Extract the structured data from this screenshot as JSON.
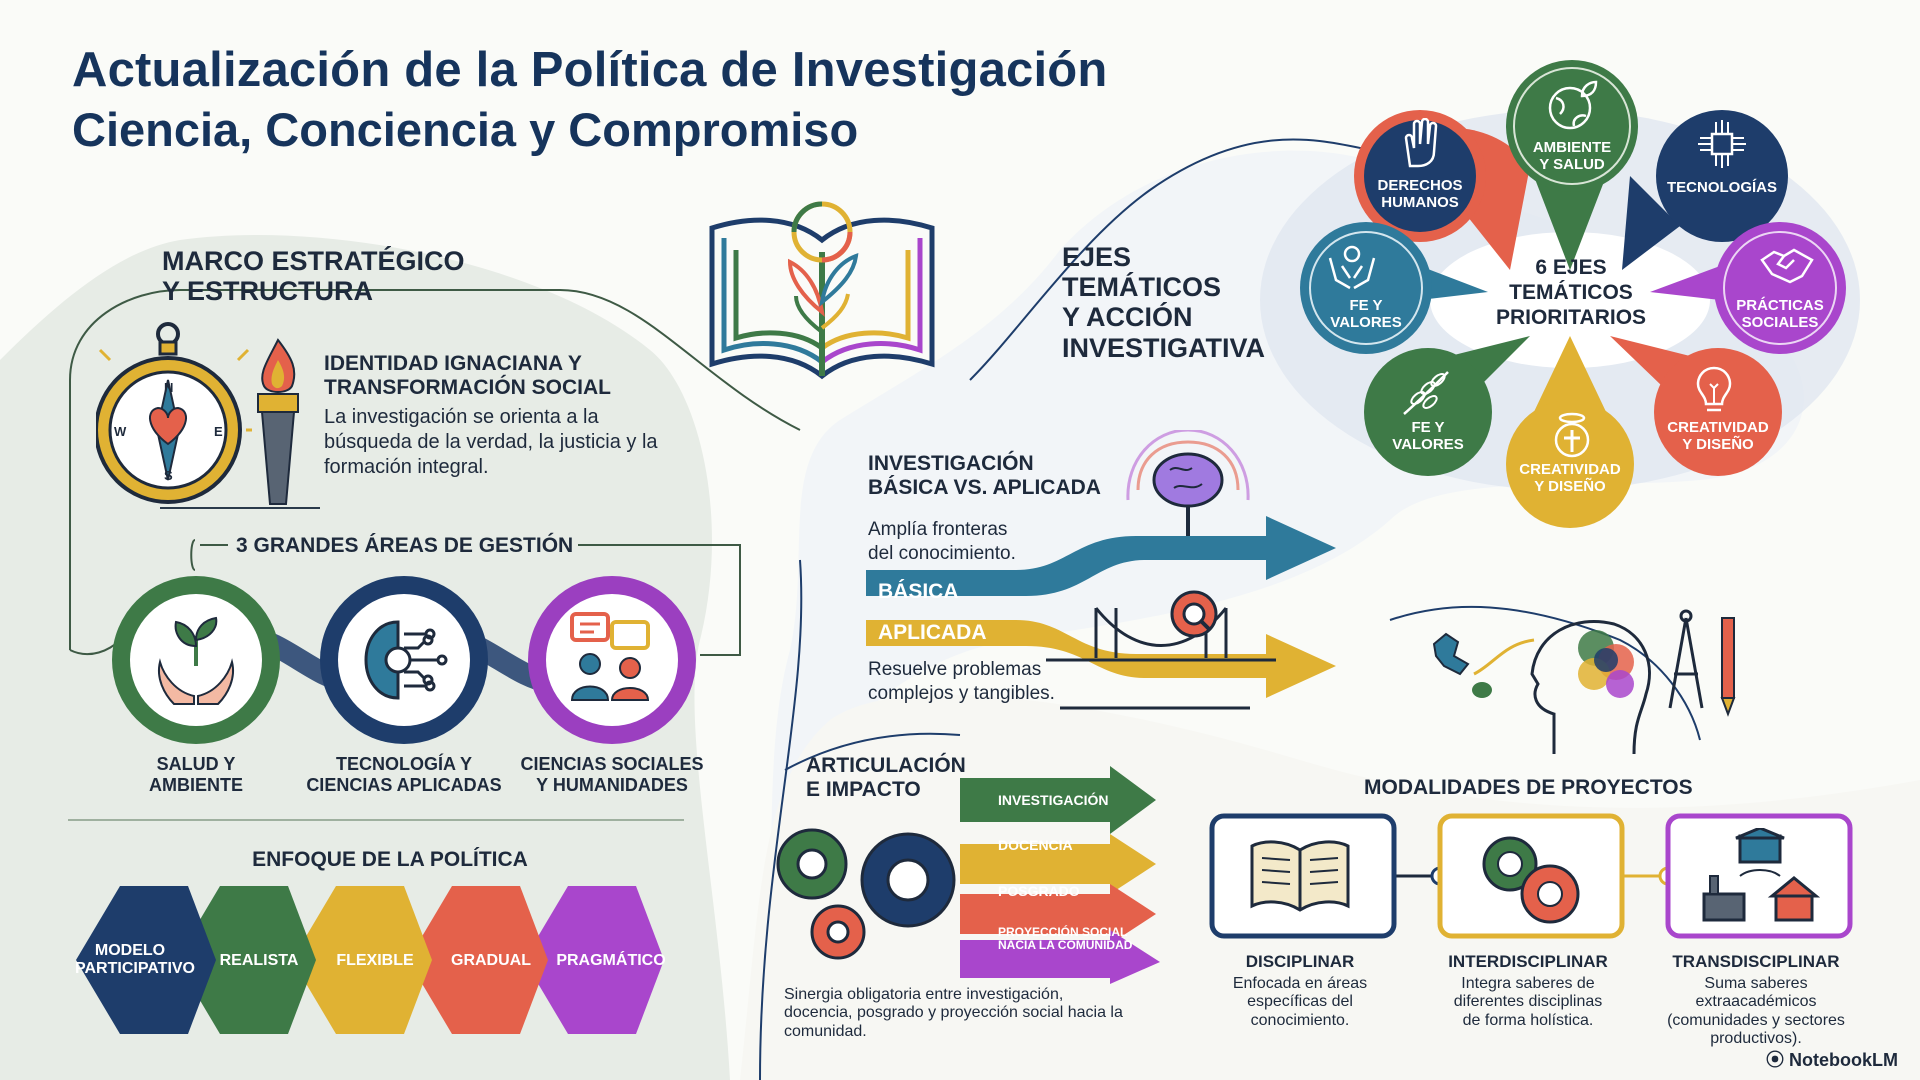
{
  "header": {
    "title": "Actualización de la Política de Investigación",
    "subtitle": "Ciencia, Conciencia y Compromiso"
  },
  "marco": {
    "title": "MARCO ESTRATÉGICO\nY ESTRUCTURA",
    "identity_title": "IDENTIDAD IGNACIANA Y\nTRANSFORMACIÓN SOCIAL",
    "identity_desc": "La investigación se orienta a la búsqueda de la verdad, la justicia y la formación integral.",
    "compass_letters": [
      "N",
      "E",
      "S",
      "W"
    ],
    "areas_title": "3 GRANDES ÁREAS DE GESTIÓN",
    "areas": [
      {
        "label": "SALUD Y\nAMBIENTE",
        "color": "#3e7a47"
      },
      {
        "label": "TECNOLOGÍA Y\nCIENCIAS APLICADAS",
        "color": "#1e3d6b"
      },
      {
        "label": "CIENCIAS SOCIALES\nY HUMANIDADES",
        "color": "#9b3fc0"
      }
    ]
  },
  "enfoque": {
    "title": "ENFOQUE DE LA POLÍTICA",
    "items": [
      {
        "label": "MODELO\nPARTICIPATIVO",
        "color": "#1e3d6b"
      },
      {
        "label": "REALISTA",
        "color": "#3e7a47"
      },
      {
        "label": "FLEXIBLE",
        "color": "#e0b233"
      },
      {
        "label": "GRADUAL",
        "color": "#e4614b"
      },
      {
        "label": "PRAGMÁTICO",
        "color": "#a946cc"
      }
    ]
  },
  "ejes": {
    "title": "EJES\nTEMÁTICOS\nY ACCIÓN\nINVESTIGATIVA",
    "center": "6 EJES\nTEMÁTICOS\nPRIORITARIOS",
    "bubbles": [
      {
        "label": "Derechos\nHumanos",
        "color": "#1e3d6b",
        "accent": "#e4614b"
      },
      {
        "label": "Ambiente\ny Salud",
        "color": "#3e7a47",
        "accent": "#3e7a47"
      },
      {
        "label": "Tecnologías",
        "color": "#1e3d6b",
        "accent": "#1e3d6b"
      },
      {
        "label": "Fe y\nValores",
        "color": "#2f7a9b",
        "accent": "#2f7a9b"
      },
      {
        "label": "Prácticas\nSociales",
        "color": "#a946cc",
        "accent": "#a946cc"
      },
      {
        "label": "Fe y\nValores",
        "color": "#3e7a47",
        "accent": "#3e7a47"
      },
      {
        "label": "Creatividad\ny Diseño",
        "color": "#e0b233",
        "accent": "#e0b233"
      },
      {
        "label": "Creatividad\ny Diseño",
        "color": "#e4614b",
        "accent": "#e4614b"
      }
    ]
  },
  "investigacion": {
    "title": "INVESTIGACIÓN\nBÁSICA VS. APLICADA",
    "basica_desc": "Amplía fronteras\ndel conocimiento.",
    "basica_label": "BÁSICA",
    "aplicada_label": "APLICADA",
    "aplicada_desc": "Resuelve problemas\ncomplejos y tangibles."
  },
  "articulacion": {
    "title": "ARTICULACIÓN\nE IMPACTO",
    "arrows": [
      {
        "label": "INVESTIGACIÓN",
        "color": "#3e7a47"
      },
      {
        "label": "DOCENCIA",
        "color": "#e0b233"
      },
      {
        "label": "POSGRADO",
        "color": "#e4614b"
      },
      {
        "label": "PROYECCIÓN SOCIAL\nNACIA LA COMUNIDAD",
        "color": "#a946cc"
      }
    ],
    "sinergia": "Sinergia obligatoria entre investigación, docencia, posgrado y proyección social hacia la comunidad."
  },
  "modalidades": {
    "title": "MODALIDADES DE PROYECTOS",
    "items": [
      {
        "title": "DISCIPLINAR",
        "desc": "Enfocada en áreas\nespecíficas del\nconocimiento.",
        "color": "#1e3d6b"
      },
      {
        "title": "INTERDISCIPLINAR",
        "desc": "Integra saberes de\ndiferentes disciplinas\nde forma holística.",
        "color": "#e0b233"
      },
      {
        "title": "TRANSDISCIPLINAR",
        "desc": "Suma saberes\nextraacadémicos\n(comunidades y sectores\nproductivos).",
        "color": "#a946cc"
      }
    ]
  },
  "brand": "NotebookLM"
}
